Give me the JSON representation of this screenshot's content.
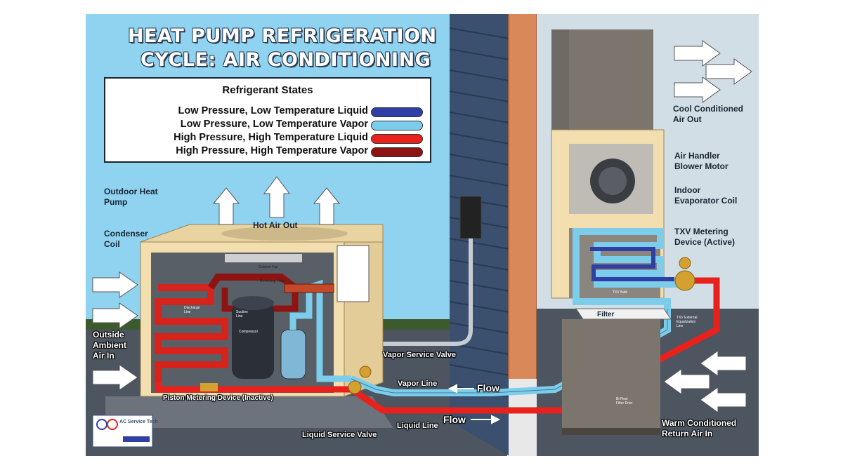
{
  "title": {
    "line1": "HEAT PUMP REFRIGERATION",
    "line2": "CYCLE: AIR CONDITIONING"
  },
  "legend": {
    "title": "Refrigerant States",
    "items": [
      {
        "label": "Low Pressure, Low Temperature Liquid",
        "color": "#2f3fa4"
      },
      {
        "label": "Low Pressure, Low Temperature Vapor",
        "color": "#7ccdec"
      },
      {
        "label": "High Pressure, High Temperature Liquid",
        "color": "#e8211c"
      },
      {
        "label": "High Pressure, High Temperature Vapor",
        "color": "#8e1414"
      }
    ]
  },
  "labels": {
    "outdoor_heat_pump": "Outdoor Heat\nPump",
    "condenser_coil": "Condenser\nCoil",
    "hot_air_out": "Hot Air Out",
    "outside_ambient_air_in": "Outside\nAmbient\nAir In",
    "piston_metering_device": "Piston Metering Device (Inactive)",
    "liquid_service_valve": "Liquid Service Valve",
    "vapor_service_valve": "Vapor Service Valve",
    "vapor_line": "Vapor Line",
    "liquid_line": "Liquid Line",
    "flow_upper": "Flow",
    "flow_lower": "Flow",
    "cool_conditioned_air_out": "Cool Conditioned\nAir Out",
    "air_handler_blower_motor": "Air Handler\nBlower Motor",
    "indoor_evaporator_coil": "Indoor\nEvaporator Coil",
    "txv_metering_device": "TXV Metering\nDevice (Active)",
    "filter": "Filter",
    "warm_conditioned_return_air_in": "Warm Conditioned\nReturn Air In",
    "bi_flow_filter_drier": "Bi-Flow\nFilter Drier",
    "outdoor_fan": "Outdoor Fan",
    "reversing_valve": "Reversing Valve",
    "discharge_line": "Discharge\nLine",
    "suction_line": "Suction\nLine",
    "compressor": "Compressor",
    "txv_bulb": "TXV Bulb",
    "txv_external_equalization_line": "TXV External\nEqualization\nLine"
  },
  "logo": {
    "text": "AC Service Tech"
  },
  "colors": {
    "sky": "#8fd3f0",
    "ground": "#4d5561",
    "indoor_wall": "#d2dee6",
    "siding": "#3b4f6e",
    "copper": "#d9885a",
    "cabinet": "#f3deb0"
  }
}
